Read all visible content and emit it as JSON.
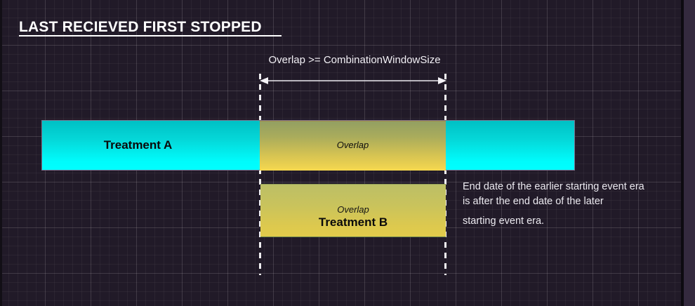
{
  "diagram": {
    "title": "LAST RECIEVED FIRST STOPPED",
    "annotation": {
      "overlap_measure_label": "Overlap  >= CombinationWindowSize",
      "arrow": "double-headed-horizontal-arrow"
    },
    "bars": [
      {
        "name": "treatment-a",
        "label": "Treatment A",
        "color": "#00ffff",
        "overlap_label": "Overlap",
        "overlap_color": "#f6d84f"
      },
      {
        "name": "treatment-b",
        "label": "Treatment B",
        "overlap_label": "Overlap",
        "color": "#e2cb4b"
      }
    ],
    "note": {
      "line1": "End date of the earlier starting event era",
      "line2": "is after the end date of the later",
      "line3": "starting event era."
    },
    "colors": {
      "background": "#211a28",
      "grid": "#3a3142",
      "text": "#ffffff",
      "treatment_a": "#00ffff",
      "treatment_b": "#e2cb4b",
      "overlap": "#f6d84f",
      "guide_line": "#efeef1"
    }
  }
}
